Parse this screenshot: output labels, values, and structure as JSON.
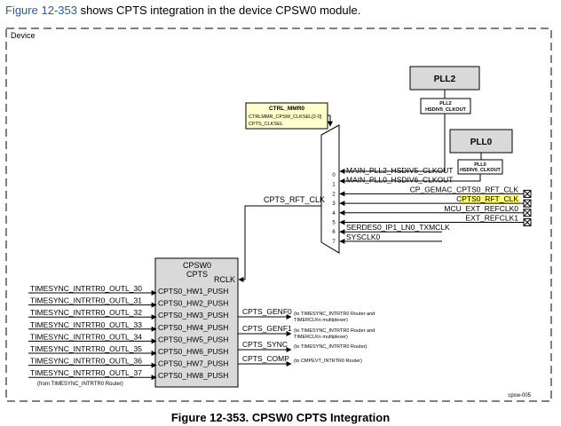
{
  "intro": {
    "link": "Figure 12-353",
    "text": " shows CPTS integration in the device CPSW0 module."
  },
  "device_label": "Device",
  "pll2": {
    "title": "PLL2",
    "output": [
      "PLL2",
      "HSDIV5_CLKOUT"
    ]
  },
  "pll0": {
    "title": "PLL0",
    "output": [
      "PLL0",
      "HSDIV6_CLKOUT"
    ]
  },
  "ctrl_mmr": {
    "title": "CTRL_MMR0",
    "lines": [
      "CTRLMMR_CPSW_CLKSEL[2-0]",
      "CPTS_CLKSEL"
    ]
  },
  "mux": {
    "output_label": "CPTS_RFT_CLK",
    "inputs": [
      {
        "index": "0",
        "label": "MAIN_PLL2_HSDIV5_CLKOUT"
      },
      {
        "index": "1",
        "label": "MAIN_PLL0_HSDIV6_CLKOUT"
      },
      {
        "index": "2",
        "label": "CP_GEMAC_CPTS0_RFT_CLK"
      },
      {
        "index": "3",
        "label": "CPTS0_RFT_CLK"
      },
      {
        "index": "4",
        "label": "MCU_EXT_REFCLK0"
      },
      {
        "index": "5",
        "label": "EXT_REFCLK1"
      },
      {
        "index": "6",
        "label": "SERDES0_IP1_LN0_TXMCLK"
      },
      {
        "index": "7",
        "label": "SYSCLK0"
      }
    ]
  },
  "cpsw": {
    "title": [
      "CPSW0",
      "CPTS"
    ],
    "rclk": "RCLK",
    "inputs": [
      {
        "source": "TIMESYNC_INTRTR0_OUTL_30",
        "port": "CPTS0_HW1_PUSH"
      },
      {
        "source": "TIMESYNC_INTRTR0_OUTL_31",
        "port": "CPTS0_HW2_PUSH"
      },
      {
        "source": "TIMESYNC_INTRTR0_OUTL_32",
        "port": "CPTS0_HW3_PUSH"
      },
      {
        "source": "TIMESYNC_INTRTR0_OUTL_33",
        "port": "CPTS0_HW4_PUSH"
      },
      {
        "source": "TIMESYNC_INTRTR0_OUTL_34",
        "port": "CPTS0_HW5_PUSH"
      },
      {
        "source": "TIMESYNC_INTRTR0_OUTL_35",
        "port": "CPTS0_HW6_PUSH"
      },
      {
        "source": "TIMESYNC_INTRTR0_OUTL_36",
        "port": "CPTS0_HW7_PUSH"
      },
      {
        "source": "TIMESYNC_INTRTR0_OUTL_37",
        "port": "CPTS0_HW8_PUSH"
      }
    ],
    "from_note": "(from TIMESYNC_INTRTR0 Router)",
    "outputs": [
      {
        "label": "CPTS_GENF0",
        "dest": [
          "(to TIMESYNC_INTRTR0 Router and",
          "TIMERCLKn multiplexer)"
        ]
      },
      {
        "label": "CPTS_GENF1",
        "dest": [
          "(to TIMESYNC_INTRTR0 Router and",
          "TIMERCLKn multiplexer)"
        ]
      },
      {
        "label": "CPTS_SYNC",
        "dest": [
          "(to TIMESYNC_INTRTR0 Router)"
        ]
      },
      {
        "label": "CPTS_COMP",
        "dest": [
          "(to CMPEVT_INTRTR0 Router)"
        ]
      }
    ]
  },
  "figure_id": "cpsw-005",
  "caption": "Figure 12-353. CPSW0 CPTS Integration",
  "colors": {
    "highlight": "#ffff66",
    "ctrl_fill": "#ffffcc",
    "pll_fill": "#d9d9d9",
    "cpsw_fill": "#d9d9d9",
    "link": "#1a5fb4"
  }
}
